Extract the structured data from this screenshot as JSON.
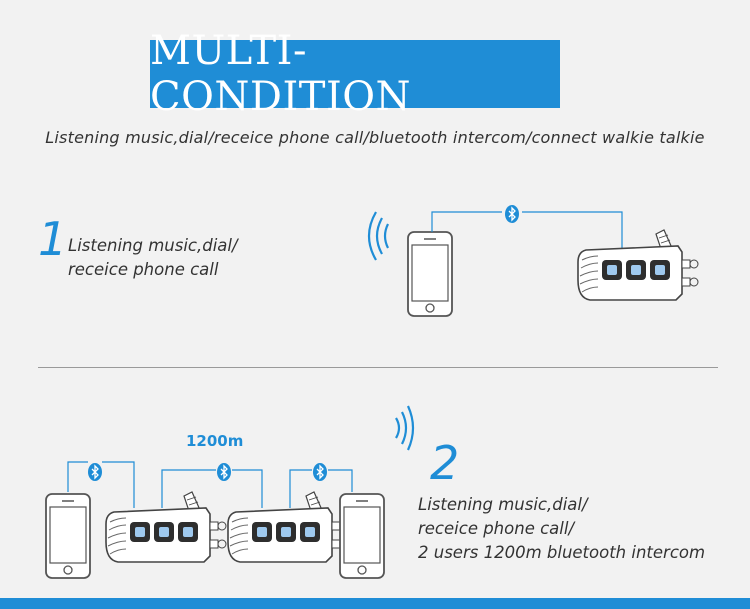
{
  "header": {
    "title": "MULTI-CONDITION",
    "subtitle": "Listening music,dial/receice phone call/bluetooth intercom/connect walkie talkie"
  },
  "section1": {
    "number": "1",
    "line1": "Listening music,dial/",
    "line2": "receice phone call"
  },
  "section2": {
    "number": "2",
    "line1": "Listening music,dial/",
    "line2": "receice phone call/",
    "line3": "2 users 1200m bluetooth intercom",
    "range": "1200m"
  },
  "colors": {
    "accent": "#1f8dd6",
    "background": "#f2f2f2",
    "text": "#333333"
  },
  "icons": [
    "bluetooth-icon",
    "wireless-signal-icon",
    "phone-icon",
    "intercom-device-icon"
  ]
}
